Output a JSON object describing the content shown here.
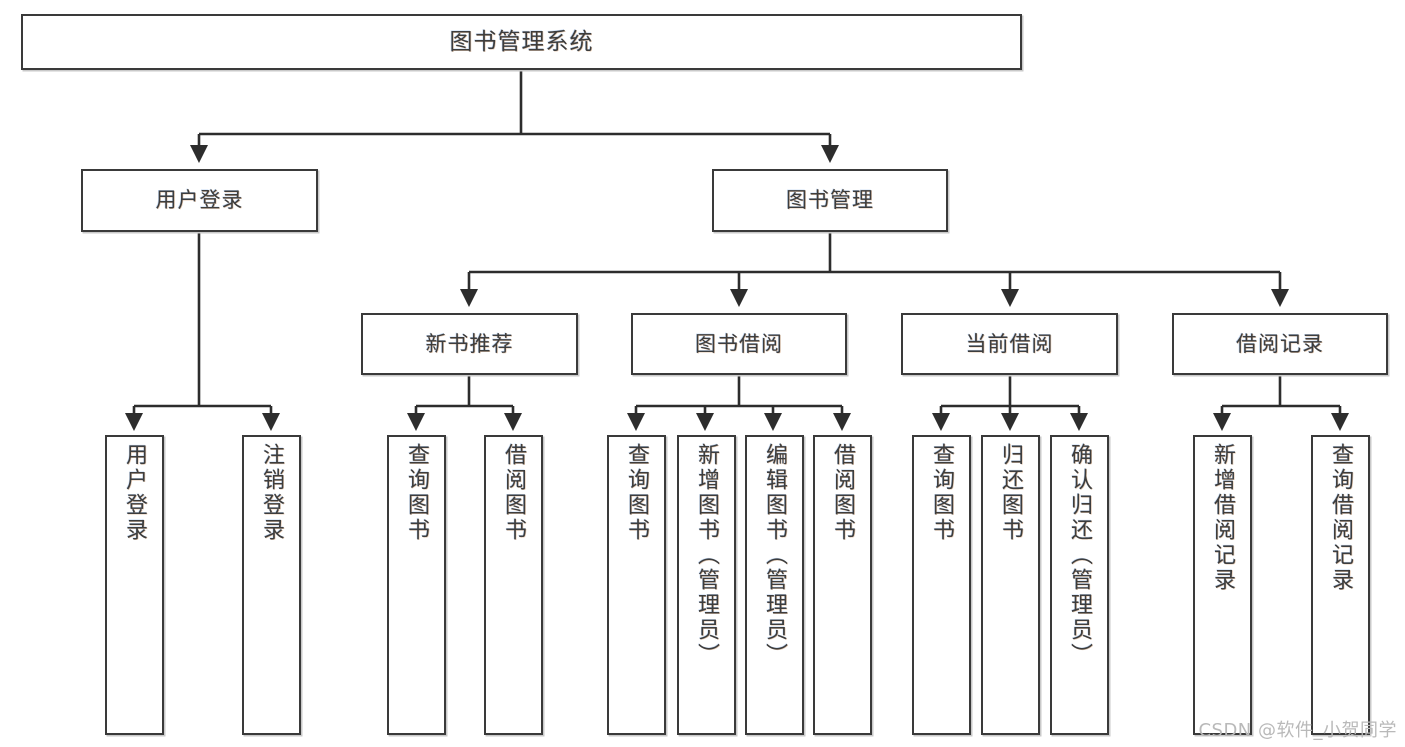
{
  "diagram": {
    "type": "tree",
    "title": "图书管理系统",
    "orientation": "top-down",
    "colors": {
      "box_border": "#3a3a3a",
      "box_fill": "#ffffff",
      "connector": "#2d2d2d",
      "text": "#3d3d3d",
      "watermark": "#b9b9b9",
      "background": "#ffffff"
    },
    "root": {
      "label": "图书管理系统"
    },
    "level2": [
      {
        "label": "用户登录"
      },
      {
        "label": "图书管理"
      }
    ],
    "level3": [
      {
        "label": "新书推荐"
      },
      {
        "label": "图书借阅"
      },
      {
        "label": "当前借阅"
      },
      {
        "label": "借阅记录"
      }
    ],
    "leaves": {
      "user_login": [
        {
          "label": "用户登录"
        },
        {
          "label": "注销登录"
        }
      ],
      "new_book_recommend": [
        {
          "label": "查询图书"
        },
        {
          "label": "借阅图书"
        }
      ],
      "book_borrow": [
        {
          "label": "查询图书"
        },
        {
          "label": "新增图书（管理员）"
        },
        {
          "label": "编辑图书（管理员）"
        },
        {
          "label": "借阅图书"
        }
      ],
      "current_borrow": [
        {
          "label": "查询图书"
        },
        {
          "label": "归还图书"
        },
        {
          "label": "确认归还（管理员）"
        }
      ],
      "borrow_record": [
        {
          "label": "新增借阅记录"
        },
        {
          "label": "查询借阅记录"
        }
      ]
    }
  },
  "watermark": {
    "text": "CSDN @软件_小贺同学"
  }
}
